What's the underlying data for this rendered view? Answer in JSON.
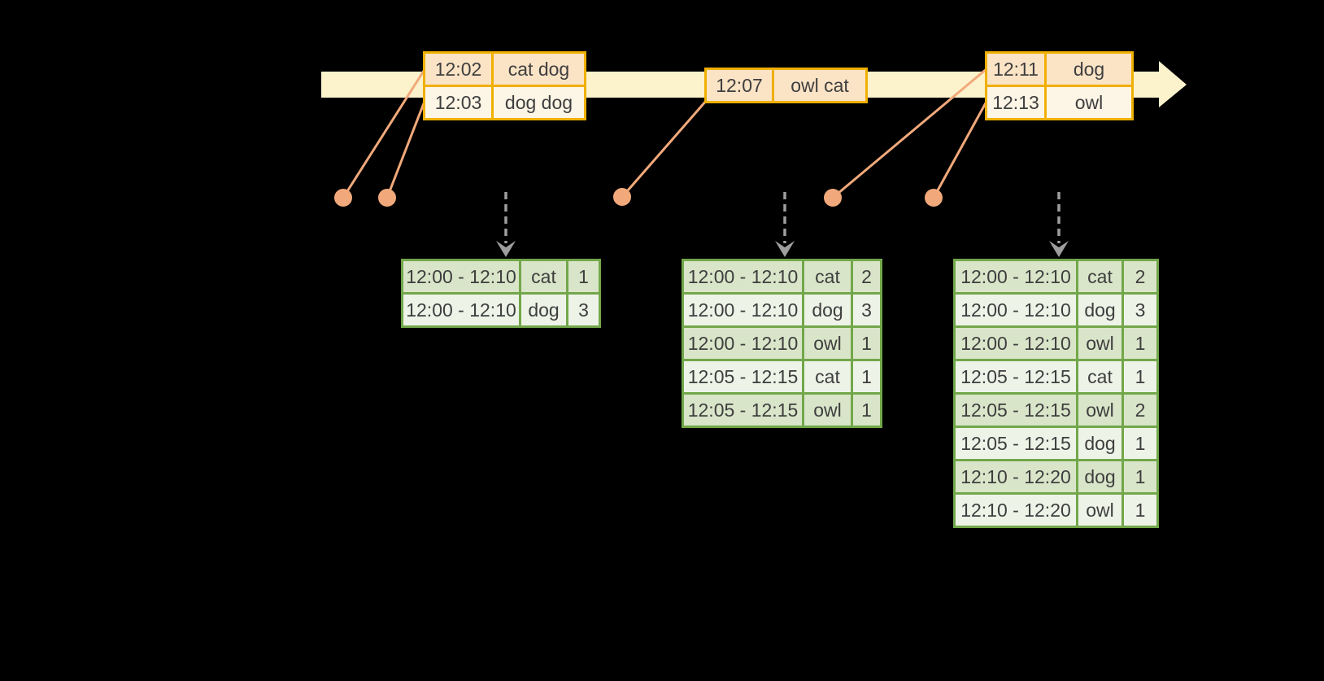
{
  "colors": {
    "background": "#000000",
    "timeline_fill": "#FCF2CB",
    "event_border": "#F0B000",
    "event_row_dark": "#FBE3C6",
    "event_row_light": "#FDF5E6",
    "result_border": "#72A74A",
    "result_row_dark": "#D9E5C9",
    "result_row_light": "#EEF3E8",
    "connector": "#F1A97B",
    "trigger_arrow": "#9E9E9E",
    "text": "#3E3E3E"
  },
  "timeline_events": [
    {
      "time": "12:02",
      "words": "cat dog"
    },
    {
      "time": "12:03",
      "words": "dog dog"
    },
    {
      "time": "12:07",
      "words": "owl cat"
    },
    {
      "time": "12:11",
      "words": "dog"
    },
    {
      "time": "12:13",
      "words": "owl"
    }
  ],
  "event_tables": [
    {
      "rows": [
        [
          "12:02",
          "cat dog"
        ],
        [
          "12:03",
          "dog dog"
        ]
      ]
    },
    {
      "rows": [
        [
          "12:07",
          "owl cat"
        ]
      ]
    },
    {
      "rows": [
        [
          "12:11",
          "dog"
        ],
        [
          "12:13",
          "owl"
        ]
      ]
    }
  ],
  "result_tables": [
    {
      "rows": [
        [
          "12:00 - 12:10",
          "cat",
          "1"
        ],
        [
          "12:00 - 12:10",
          "dog",
          "3"
        ]
      ]
    },
    {
      "rows": [
        [
          "12:00 - 12:10",
          "cat",
          "2"
        ],
        [
          "12:00 - 12:10",
          "dog",
          "3"
        ],
        [
          "12:00 - 12:10",
          "owl",
          "1"
        ],
        [
          "12:05 - 12:15",
          "cat",
          "1"
        ],
        [
          "12:05 - 12:15",
          "owl",
          "1"
        ]
      ]
    },
    {
      "rows": [
        [
          "12:00 - 12:10",
          "cat",
          "2"
        ],
        [
          "12:00 - 12:10",
          "dog",
          "3"
        ],
        [
          "12:00 - 12:10",
          "owl",
          "1"
        ],
        [
          "12:05 - 12:15",
          "cat",
          "1"
        ],
        [
          "12:05 - 12:15",
          "owl",
          "2"
        ],
        [
          "12:05 - 12:15",
          "dog",
          "1"
        ],
        [
          "12:10 - 12:20",
          "dog",
          "1"
        ],
        [
          "12:10 - 12:20",
          "owl",
          "1"
        ]
      ]
    }
  ]
}
